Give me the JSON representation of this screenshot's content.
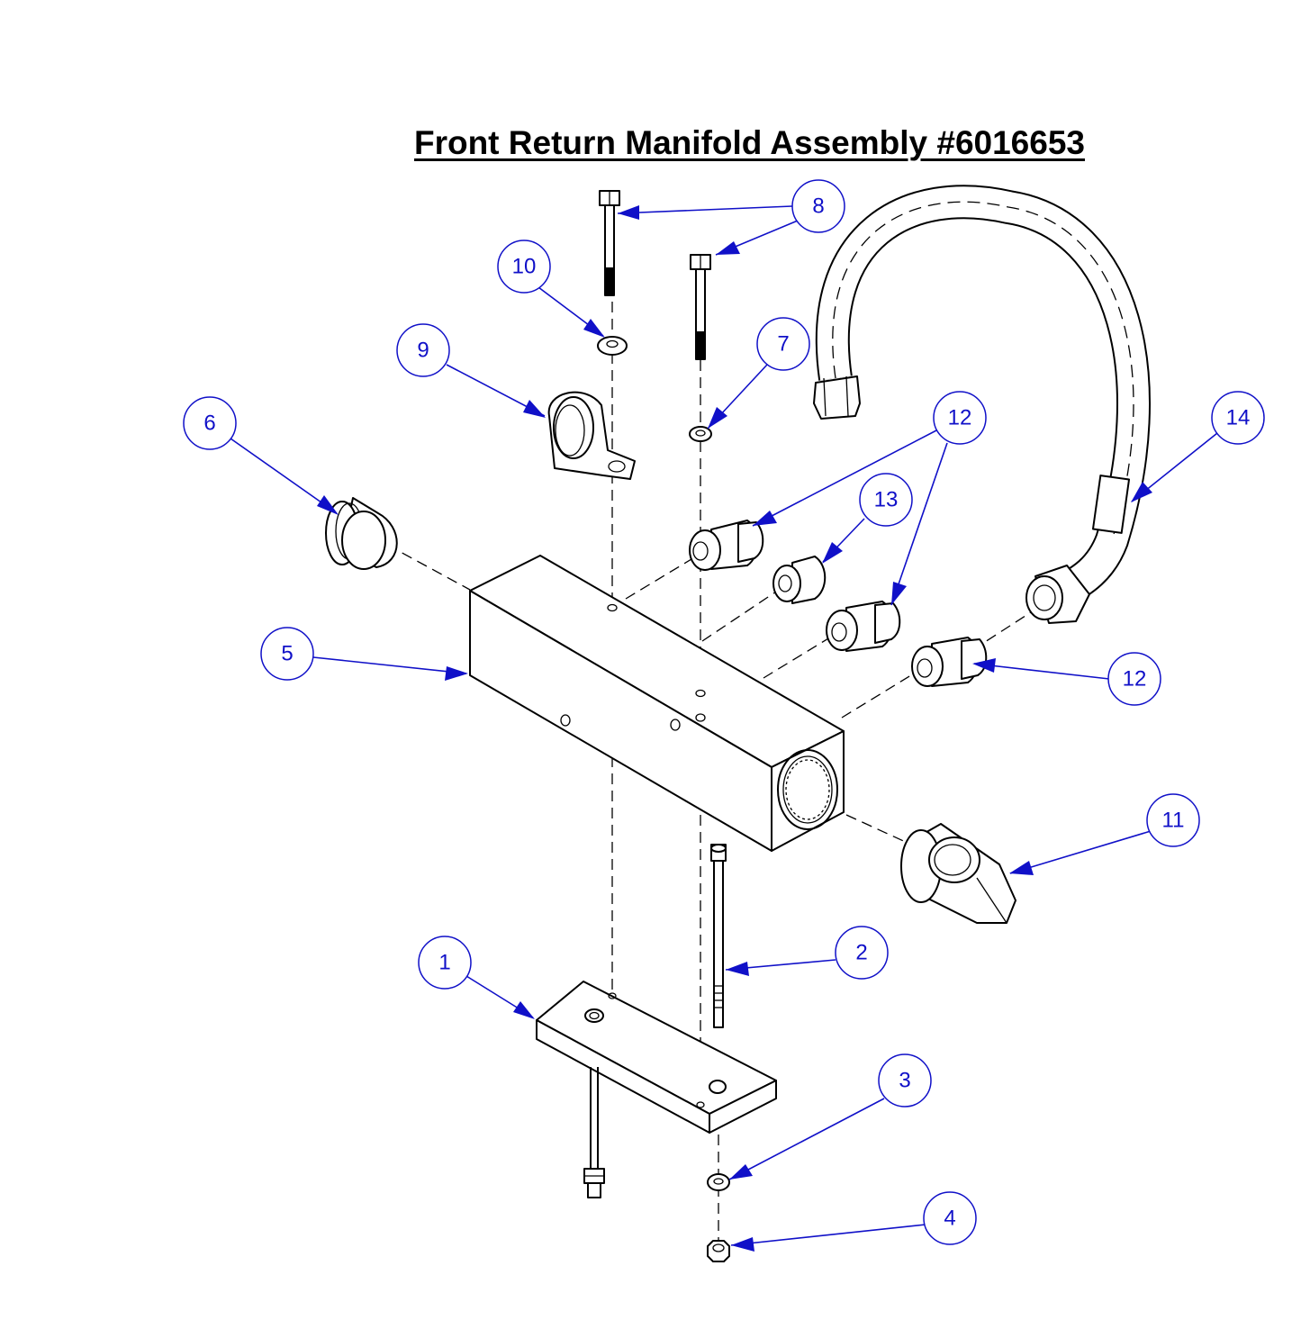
{
  "title": "Front Return Manifold Assembly #6016653",
  "callouts": [
    {
      "id": "1",
      "label": "1",
      "part": "mounting-plate"
    },
    {
      "id": "2",
      "label": "2",
      "part": "long-bolt"
    },
    {
      "id": "3",
      "label": "3",
      "part": "bottom-washer"
    },
    {
      "id": "4",
      "label": "4",
      "part": "nut"
    },
    {
      "id": "5",
      "label": "5",
      "part": "manifold-block"
    },
    {
      "id": "6",
      "label": "6",
      "part": "plug"
    },
    {
      "id": "7",
      "label": "7",
      "part": "small-washer"
    },
    {
      "id": "8",
      "label": "8",
      "part": "hex-bolts"
    },
    {
      "id": "9",
      "label": "9",
      "part": "p-clamp"
    },
    {
      "id": "10",
      "label": "10",
      "part": "top-washer"
    },
    {
      "id": "11",
      "label": "11",
      "part": "elbow-fitting"
    },
    {
      "id": "12a",
      "label": "12",
      "part": "fitting-upper"
    },
    {
      "id": "12b",
      "label": "12",
      "part": "fitting-middle"
    },
    {
      "id": "12c",
      "label": "12",
      "part": "fitting-right"
    },
    {
      "id": "13",
      "label": "13",
      "part": "adapter"
    },
    {
      "id": "14",
      "label": "14",
      "part": "hose"
    }
  ],
  "colors": {
    "callout": "#1010c8",
    "line": "#000000",
    "background": "#ffffff"
  }
}
